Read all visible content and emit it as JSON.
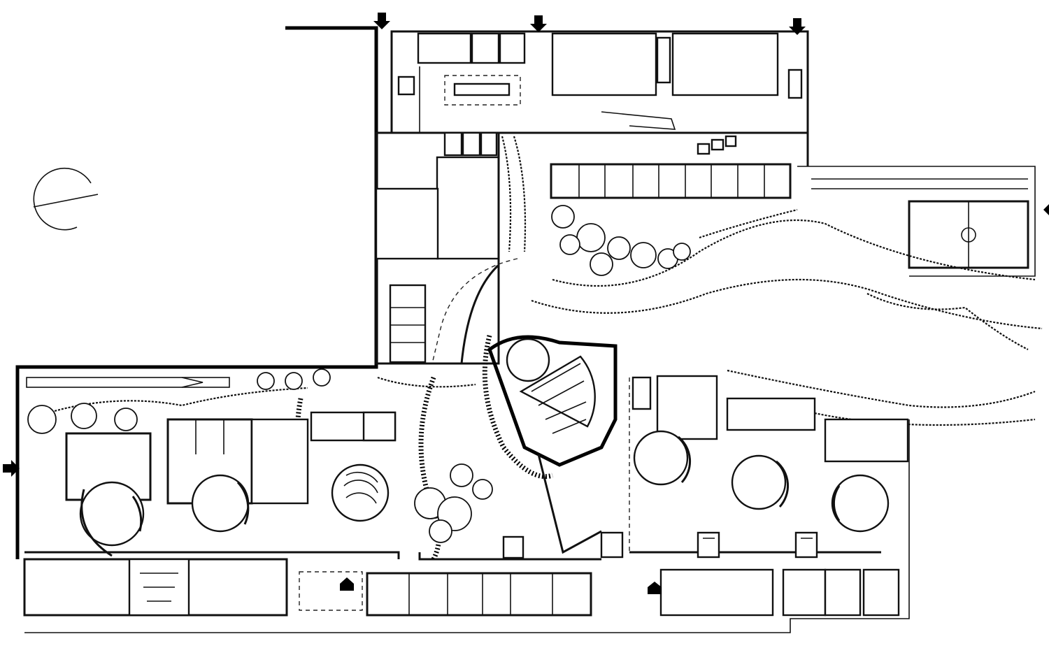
{
  "plan": {
    "room_labels": [],
    "entrance_markers": [
      "entrance-arrow-north-1",
      "entrance-arrow-north-2",
      "entrance-arrow-north-3",
      "entrance-arrow-west",
      "entrance-arrow-east",
      "entrance-arrow-south-1",
      "entrance-arrow-south-2"
    ],
    "north_symbol": "north-arrow-circle",
    "colors": {
      "ink": "#111111",
      "paper": "#ffffff"
    }
  }
}
